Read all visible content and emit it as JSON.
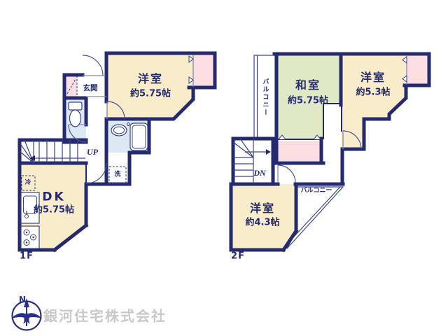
{
  "floor1": {
    "label": "1F",
    "rooms": {
      "yoshitsu": {
        "name": "洋室",
        "size": "約5.75帖"
      },
      "dk": {
        "name": "DK",
        "size": "約5.75帖"
      }
    },
    "labels": {
      "genkan": "玄関",
      "laundry": "洗",
      "fridge": "冷",
      "up": "UP"
    }
  },
  "floor2": {
    "label": "2F",
    "rooms": {
      "washitsu": {
        "name": "和室",
        "size": "約5.75帖"
      },
      "yoshitsu53": {
        "name": "洋室",
        "size": "約5.3帖"
      },
      "yoshitsu43": {
        "name": "洋室",
        "size": "約4.3帖"
      }
    },
    "labels": {
      "balcony_left": "バルコニー",
      "balcony_right": "バルコニー",
      "dn": "DN"
    }
  },
  "compass": {
    "north": "N"
  },
  "company": {
    "name": "銀河住宅株式会社"
  },
  "colors": {
    "wall": "#252a6e",
    "room_cream": "#f8ecca",
    "tatami_green": "#e0e9c6",
    "closet_pink": "#fbdde2",
    "wet_blue": "#dce8f4",
    "company_gray": "#c9c9cc"
  }
}
